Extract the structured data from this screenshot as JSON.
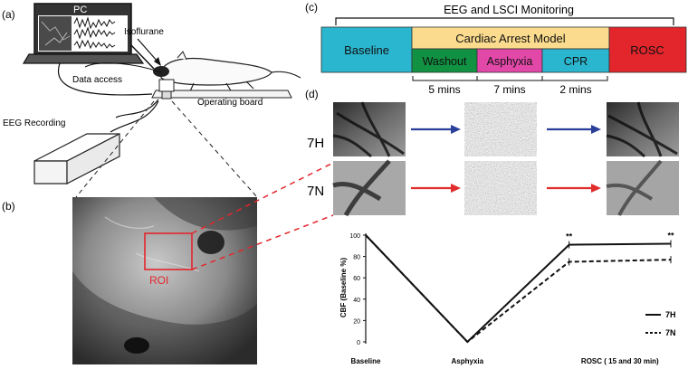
{
  "panels": {
    "a": "(a)",
    "b": "(b)",
    "c": "(c)",
    "d": "(d)"
  },
  "setup": {
    "pc": "PC",
    "isoflurane": "Isoflurane",
    "data_access": "Data access",
    "operating_board": "Operating board",
    "eeg_recording": "EEG Recording"
  },
  "roi": {
    "label": "ROI"
  },
  "timeline": {
    "title": "EEG and LSCI Monitoring",
    "baseline": "Baseline",
    "cardiac_arrest": "Cardiac Arrest Model",
    "washout": "Washout",
    "asphyxia": "Asphyxia",
    "cpr": "CPR",
    "rosc": "ROSC",
    "dur_washout": "5 mins",
    "dur_asphyxia": "7 mins",
    "dur_cpr": "2 mins",
    "colors": {
      "baseline": "#2bb6cf",
      "cardiac_arrest": "#fbdc8e",
      "washout": "#119142",
      "asphyxia": "#e248a8",
      "cpr": "#2bb6cf",
      "rosc": "#e2262c"
    }
  },
  "rows": {
    "r7h": "7H",
    "r7n": "7N",
    "arrow_7h_color": "#2a3f99",
    "arrow_7n_color": "#e02c2c"
  },
  "chart_data": {
    "type": "line",
    "categories": [
      "Baseline",
      "Asphyxia",
      "ROSC ( 15 and 30 min)"
    ],
    "x": [
      0,
      1,
      2,
      3
    ],
    "series": [
      {
        "name": "7H",
        "values": [
          100,
          0,
          91,
          92
        ]
      },
      {
        "name": "7N",
        "values": [
          100,
          0,
          75,
          77
        ]
      }
    ],
    "ylabel": "CBF (Baseline %)",
    "yticks": [
      "0",
      "20",
      "40",
      "60",
      "80",
      "100"
    ],
    "ylim": [
      0,
      100
    ],
    "annotations": [
      "**",
      "**"
    ],
    "legend": "bottom-right"
  }
}
